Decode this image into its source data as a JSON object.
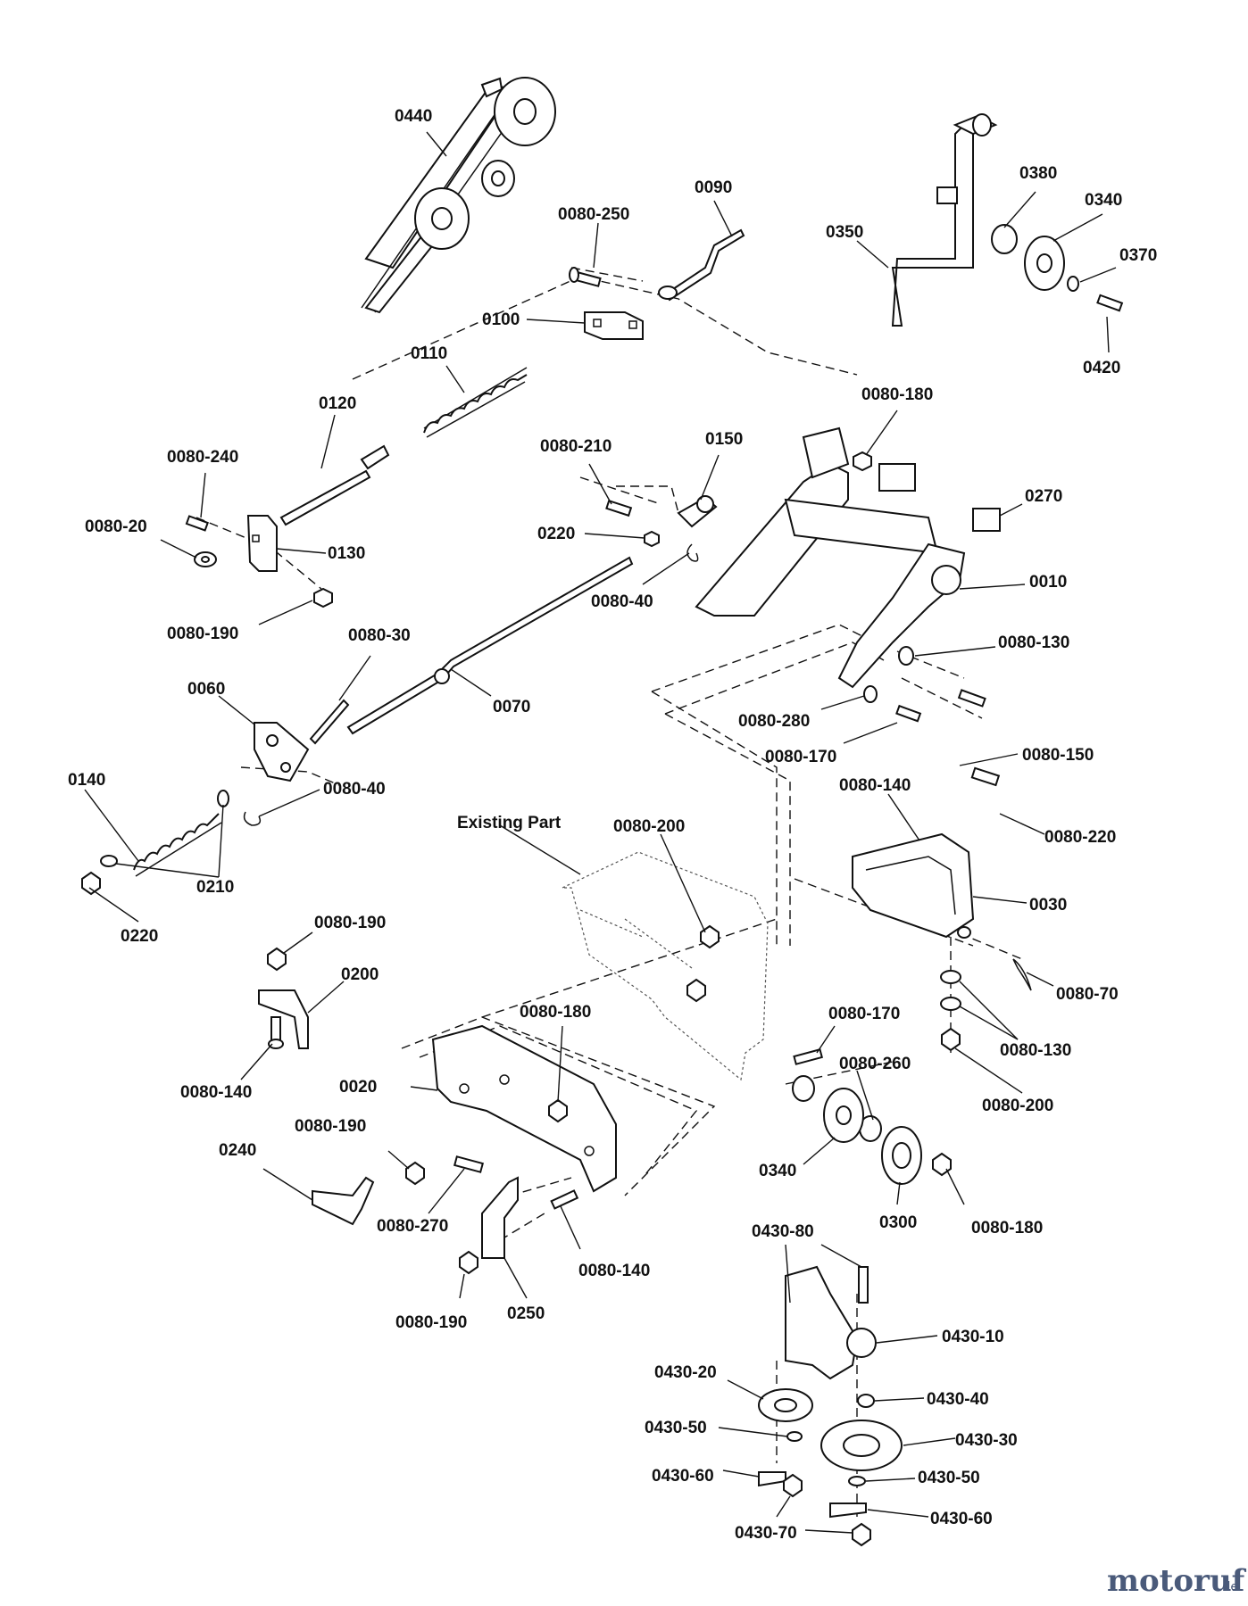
{
  "labels": [
    {
      "text": "0440"
    },
    {
      "text": "0090"
    },
    {
      "text": "0080-250"
    },
    {
      "text": "0100"
    },
    {
      "text": "0110"
    },
    {
      "text": "0120"
    },
    {
      "text": "0080-240"
    },
    {
      "text": "0080-20"
    },
    {
      "text": "0130"
    },
    {
      "text": "0080-190"
    },
    {
      "text": "0080-210"
    },
    {
      "text": "0150"
    },
    {
      "text": "0220"
    },
    {
      "text": "0080-40"
    },
    {
      "text": "0350"
    },
    {
      "text": "0380"
    },
    {
      "text": "0340"
    },
    {
      "text": "0370"
    },
    {
      "text": "0420"
    },
    {
      "text": "0080-180"
    },
    {
      "text": "0270"
    },
    {
      "text": "0010"
    },
    {
      "text": "0080-130"
    },
    {
      "text": "0080-30"
    },
    {
      "text": "0070"
    },
    {
      "text": "0060"
    },
    {
      "text": "0080-280"
    },
    {
      "text": "0080-170"
    },
    {
      "text": "0080-150"
    },
    {
      "text": "0140"
    },
    {
      "text": "0080-40"
    },
    {
      "text": "0210"
    },
    {
      "text": "0220"
    },
    {
      "text": "Existing Part"
    },
    {
      "text": "0080-200"
    },
    {
      "text": "0080-140"
    },
    {
      "text": "0080-220"
    },
    {
      "text": "0030"
    },
    {
      "text": "0080-70"
    },
    {
      "text": "0080-130"
    },
    {
      "text": "0080-200"
    },
    {
      "text": "0080-190"
    },
    {
      "text": "0200"
    },
    {
      "text": "0080-140"
    },
    {
      "text": "0080-180"
    },
    {
      "text": "0020"
    },
    {
      "text": "0080-170"
    },
    {
      "text": "0080-260"
    },
    {
      "text": "0340"
    },
    {
      "text": "0300"
    },
    {
      "text": "0080-180"
    },
    {
      "text": "0080-190"
    },
    {
      "text": "0240"
    },
    {
      "text": "0080-270"
    },
    {
      "text": "0080-140"
    },
    {
      "text": "0080-190"
    },
    {
      "text": "0250"
    },
    {
      "text": "0430-80"
    },
    {
      "text": "0430-10"
    },
    {
      "text": "0430-20"
    },
    {
      "text": "0430-40"
    },
    {
      "text": "0430-50"
    },
    {
      "text": "0430-30"
    },
    {
      "text": "0430-60"
    },
    {
      "text": "0430-50"
    },
    {
      "text": "0430-60"
    },
    {
      "text": "0430-70"
    }
  ],
  "watermark": {
    "brand": "motoruf",
    "suffix": ".de"
  }
}
